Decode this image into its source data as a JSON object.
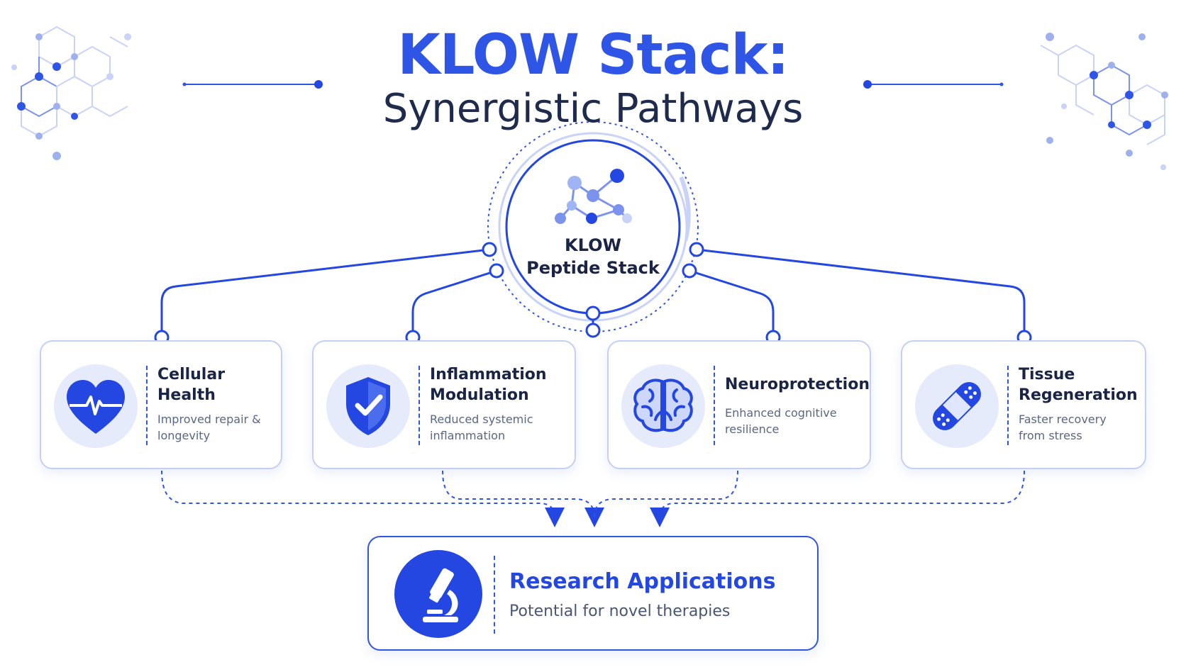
{
  "title": {
    "line1": "KLOW Stack:",
    "line2": "Synergistic Pathways"
  },
  "hub": {
    "line1": "KLOW",
    "line2": "Peptide Stack",
    "icon": "molecule-icon"
  },
  "pathways": [
    {
      "title_line1": "Cellular",
      "title_line2": "Health",
      "desc_line1": "Improved repair &",
      "desc_line2": "longevity",
      "icon": "heart-pulse-icon"
    },
    {
      "title_line1": "Inflammation",
      "title_line2": "Modulation",
      "desc_line1": "Reduced systemic",
      "desc_line2": "inflammation",
      "icon": "shield-check-icon"
    },
    {
      "title_line1": "Neuroprotection",
      "title_line2": "",
      "desc_line1": "Enhanced cognitive",
      "desc_line2": "resilience",
      "icon": "brain-icon"
    },
    {
      "title_line1": "Tissue",
      "title_line2": "Regeneration",
      "desc_line1": "Faster recovery",
      "desc_line2": "from stress",
      "icon": "bandage-icon"
    }
  ],
  "outcome": {
    "title": "Research Applications",
    "desc": "Potential for novel therapies",
    "icon": "microscope-icon"
  },
  "colors": {
    "accent": "#2f55e6",
    "accent_dark": "#2347e0",
    "text_dark": "#1a2446",
    "icon_bg": "#e6ebfc"
  }
}
